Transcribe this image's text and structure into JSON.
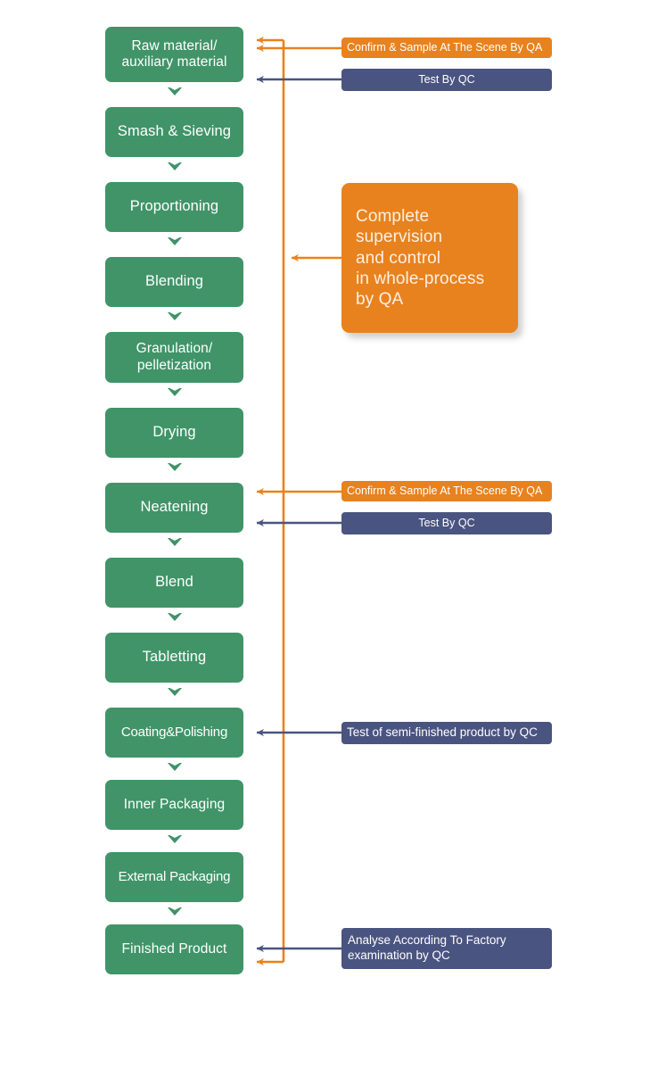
{
  "diagram": {
    "title": "Pharmaceutical Manufacturing Process Flow with QA/QC Controls",
    "colors": {
      "process_green": "#409468",
      "qa_orange": "#E8821E",
      "qc_navy": "#4A5480",
      "background": "#FFFFFF",
      "text": "#FFFFFF"
    }
  },
  "process_steps": [
    {
      "id": "raw-material",
      "label": "Raw material/\nauxiliary material",
      "line1": "Raw material/",
      "line2": "auxiliary material"
    },
    {
      "id": "smash-sieving",
      "label": "Smash & Sieving"
    },
    {
      "id": "proportioning",
      "label": "Proportioning"
    },
    {
      "id": "blending",
      "label": "Blending"
    },
    {
      "id": "granulation",
      "label": "Granulation/\npelletization",
      "line1": "Granulation/",
      "line2": "pelletization"
    },
    {
      "id": "drying",
      "label": "Drying"
    },
    {
      "id": "neatening",
      "label": "Neatening"
    },
    {
      "id": "blend",
      "label": "Blend"
    },
    {
      "id": "tabletting",
      "label": "Tabletting"
    },
    {
      "id": "coating-polishing",
      "label": "Coating&Polishing"
    },
    {
      "id": "inner-packaging",
      "label": "Inner Packaging"
    },
    {
      "id": "external-packaging",
      "label": "External Packaging"
    },
    {
      "id": "finished-product",
      "label": "Finished Product"
    }
  ],
  "control_labels": [
    {
      "id": "confirm-sample-raw",
      "text": "Confirm & Sample At The Scene By QA",
      "type": "qa",
      "target": "raw-material"
    },
    {
      "id": "test-by-qc-raw",
      "text": "Test By QC",
      "type": "qc",
      "target": "raw-material"
    },
    {
      "id": "confirm-sample-neat",
      "text": "Confirm & Sample At The Scene By QA",
      "type": "qa",
      "target": "neatening"
    },
    {
      "id": "test-by-qc-neat",
      "text": "Test By QC",
      "type": "qc",
      "target": "neatening"
    },
    {
      "id": "semi-finished-test",
      "text": "Test of semi-finished product by QC",
      "type": "qc",
      "target": "coating-polishing"
    },
    {
      "id": "factory-exam",
      "text": "Analyse According To Factory examination by QC",
      "line1": "Analyse According To Factory",
      "line2": "examination by QC",
      "type": "qc",
      "target": "finished-product"
    }
  ],
  "qa_panel": {
    "id": "complete-supervision-panel",
    "text": "Complete supervision and control in whole-process by QA",
    "lines": [
      "Complete",
      "supervision",
      "and control",
      "in whole-process",
      "by QA"
    ]
  }
}
